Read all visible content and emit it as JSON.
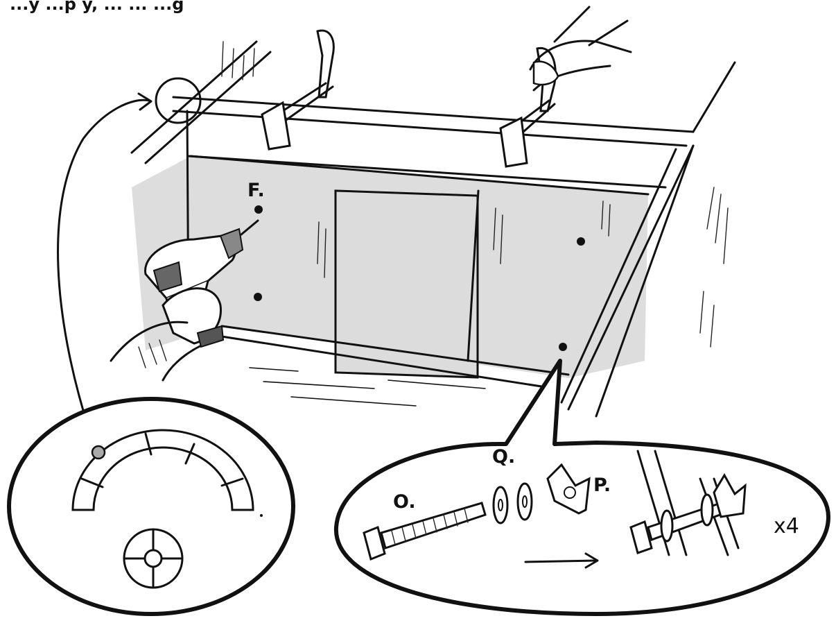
{
  "caption_fragment": "...y ...p y, ... ... ...g",
  "labels": {
    "drill_hole": "F.",
    "bolt": "O.",
    "washers": "Q.",
    "wing_nut": "P.",
    "quantity": "x4"
  },
  "colors": {
    "panel_gray": "#dddddd",
    "ink": "#111111",
    "paper": "#ffffff"
  },
  "icons": [
    "drill-icon",
    "hand-icon",
    "clamp-icon",
    "bolt-icon",
    "washer-icon",
    "wing-nut-icon",
    "arrow-icon",
    "arch-template-icon",
    "crosshair-wheel-icon"
  ]
}
